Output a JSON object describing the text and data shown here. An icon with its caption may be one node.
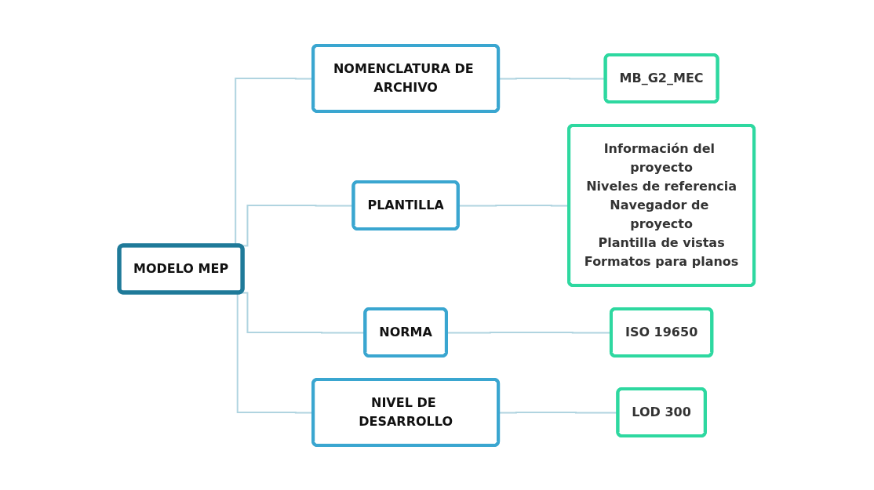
{
  "diagram": {
    "nodes": [
      {
        "text": [
          "MODELO MEP"
        ]
      },
      {
        "text": [
          "NOMENCLATURA DE ARCHIVO"
        ]
      },
      {
        "text": [
          "PLANTILLA"
        ]
      },
      {
        "text": [
          "NORMA"
        ]
      },
      {
        "text": [
          "NIVEL DE DESARROLLO"
        ]
      },
      {
        "text": [
          "MB_G2_MEC"
        ]
      },
      {
        "text": [
          "Información del proyecto",
          "Niveles de referencia",
          "Navegador de proyecto",
          "Plantilla de vistas",
          "Formatos para planos"
        ]
      },
      {
        "text": [
          "ISO 19650"
        ]
      },
      {
        "text": [
          "LOD 300"
        ]
      }
    ],
    "edges": [
      {
        "from": 0,
        "to": 1,
        "arrow": "none"
      },
      {
        "from": 0,
        "to": 2,
        "arrow": "none"
      },
      {
        "from": 0,
        "to": 3,
        "arrow": "none"
      },
      {
        "from": 0,
        "to": 4,
        "arrow": "none"
      },
      {
        "from": 1,
        "to": 5,
        "arrow": "none"
      },
      {
        "from": 2,
        "to": 6,
        "arrow": "none"
      },
      {
        "from": 3,
        "to": 7,
        "arrow": "none"
      },
      {
        "from": 4,
        "to": 8,
        "arrow": "none"
      }
    ]
  }
}
